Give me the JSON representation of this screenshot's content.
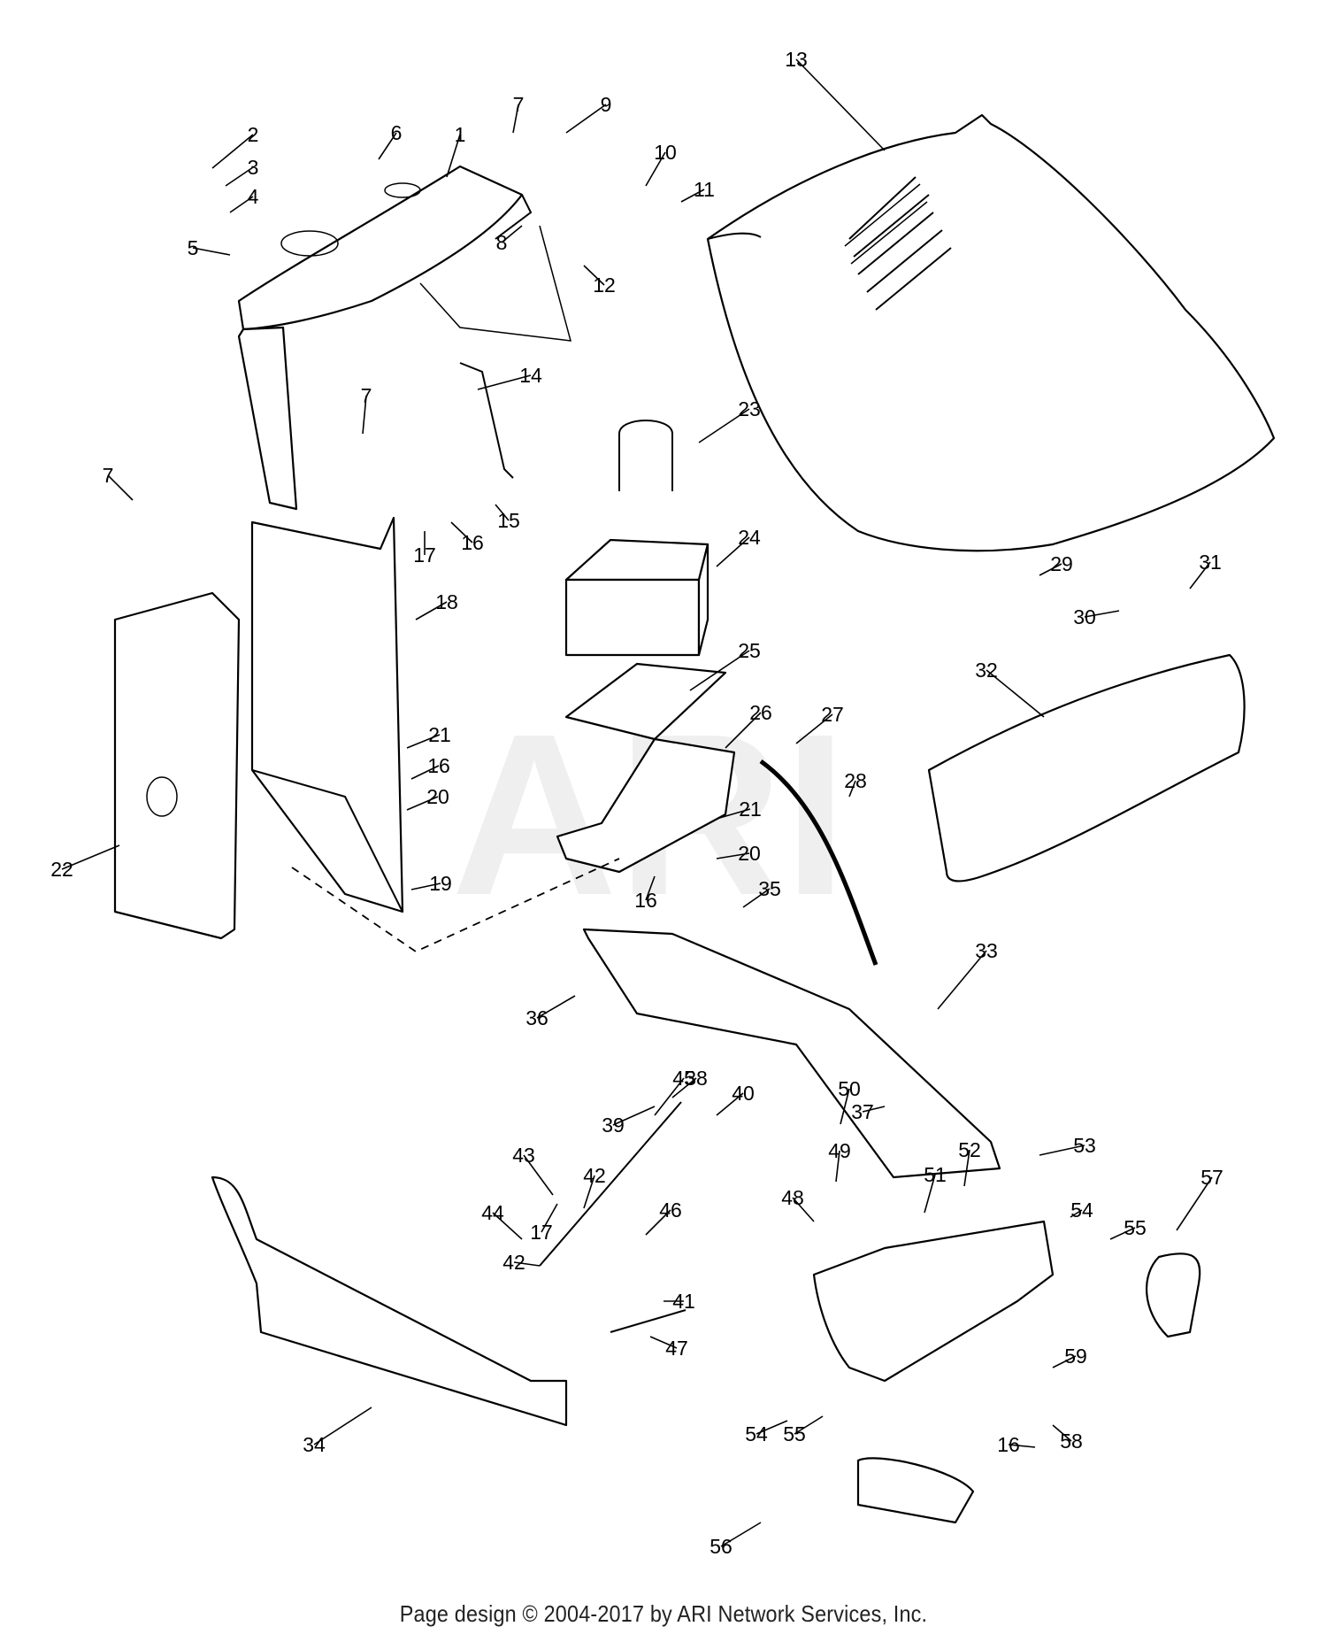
{
  "watermark": "ARI",
  "footer": "Page design © 2004-2017 by ARI Network Services, Inc.",
  "callouts": [
    "1",
    "2",
    "3",
    "4",
    "5",
    "6",
    "7",
    "8",
    "9",
    "10",
    "11",
    "12",
    "13",
    "14",
    "15",
    "16",
    "17",
    "18",
    "19",
    "20",
    "21",
    "22",
    "23",
    "24",
    "25",
    "26",
    "27",
    "28",
    "29",
    "30",
    "31",
    "32",
    "33",
    "34",
    "35",
    "36",
    "37",
    "38",
    "39",
    "40",
    "41",
    "42",
    "43",
    "44",
    "45",
    "46",
    "47",
    "48",
    "49",
    "50",
    "51",
    "52",
    "53",
    "54",
    "55",
    "56",
    "57",
    "58",
    "59"
  ]
}
